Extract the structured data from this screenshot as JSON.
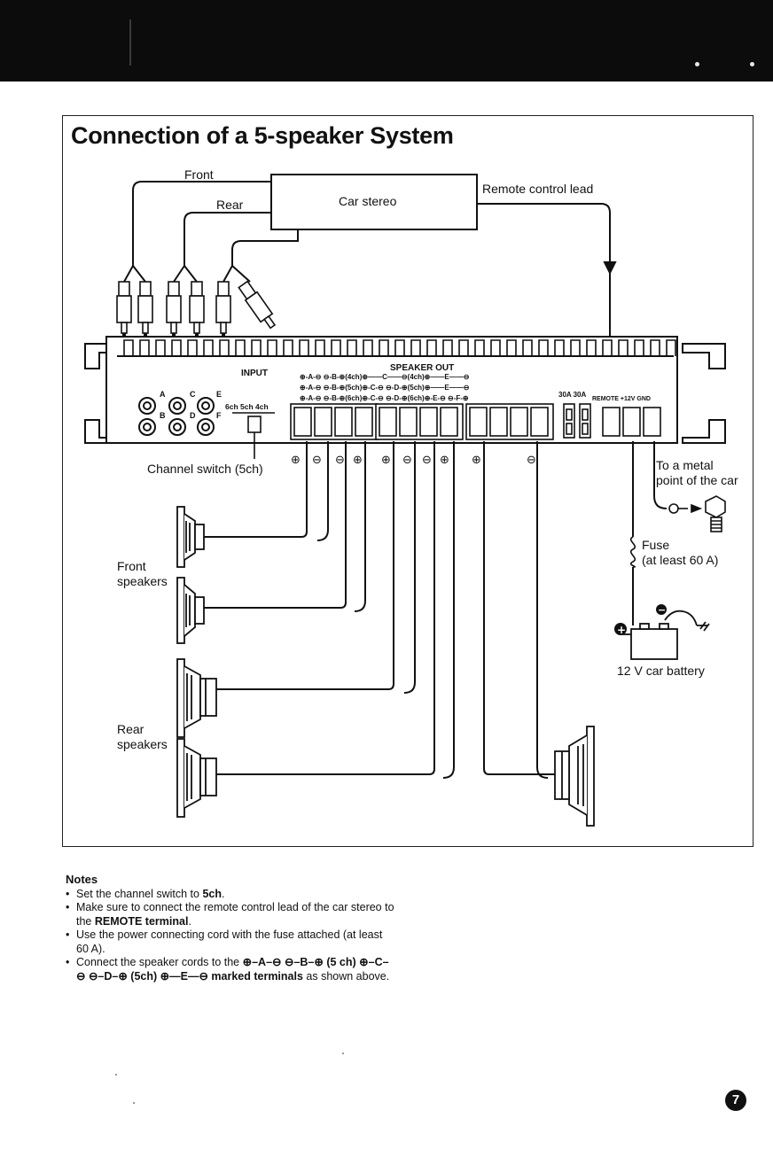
{
  "heading": {
    "title": "Connection of a 5-speaker System"
  },
  "diagram": {
    "car_stereo": "Car stereo",
    "front_line": "Front",
    "rear_line": "Rear",
    "remote_lead": "Remote control lead",
    "channel_switch": "Channel switch (5ch)",
    "front_speakers": [
      "Front",
      "speakers"
    ],
    "rear_speakers": [
      "Rear",
      "speakers"
    ],
    "metal_point": [
      "To a metal",
      "point of the car"
    ],
    "fuse": [
      "Fuse",
      "(at least 60 A)"
    ],
    "battery": "12 V car battery",
    "amp": {
      "input": "INPUT",
      "speaker_out": "SPEAKER OUT",
      "switch_positions": "6ch 5ch 4ch",
      "fuses": "30A 30A",
      "power_terminals": "REMOTE +12V GND",
      "input_jacks": [
        "A",
        "B",
        "C",
        "D",
        "E",
        "F"
      ],
      "out_rows": [
        "⊕-A-⊖   ⊖-B-⊕(4ch)⊕——C——⊖(4ch)⊕——E——⊖",
        "⊕-A-⊖   ⊖-B-⊕(5ch)⊕-C-⊖   ⊖-D-⊕(5ch)⊕——E——⊖",
        "⊕-A-⊖   ⊖-B-⊕(6ch)⊕-C-⊖   ⊖-D-⊕(6ch)⊕-E-⊖   ⊖-F-⊕"
      ],
      "polarity_marks": [
        "⊕",
        "⊖",
        "⊖",
        "⊕",
        "⊕",
        "⊖",
        "⊖",
        "⊕",
        "⊕",
        "⊖"
      ],
      "battery_plus": "+",
      "battery_minus": "−"
    }
  },
  "notes": {
    "heading": "Notes",
    "items": [
      {
        "parts": [
          "Set the channel switch to ",
          "5ch",
          "."
        ]
      },
      {
        "parts": [
          "Make sure to connect the remote control lead of the car stereo to the ",
          "REMOTE terminal",
          "."
        ]
      },
      {
        "parts": [
          "Use the power connecting cord with the fuse attached (at least 60 A).",
          "",
          ""
        ]
      },
      {
        "parts": [
          "Connect the speaker cords to the ",
          "⊕–A–⊖ ⊖–B–⊕ (5 ch) ⊕–C–⊖ ⊖–D–⊕ (5ch) ⊕—E—⊖ marked terminals",
          " as shown above."
        ]
      }
    ]
  },
  "page": {
    "number": "7"
  }
}
